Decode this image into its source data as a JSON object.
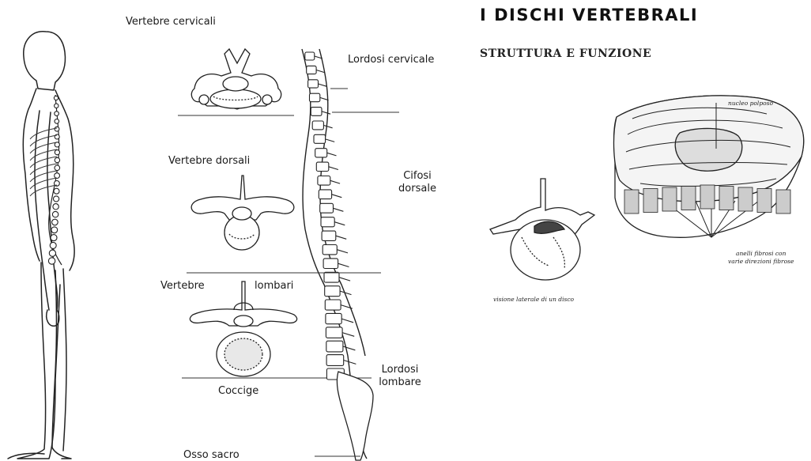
{
  "header": {
    "title": "I DISCHI VERTEBRALI",
    "subtitle": "STRUTTURA E FUNZIONE"
  },
  "labels": {
    "vertebre_cervicali": "Vertebre cervicali",
    "lordosi_cervicale": "Lordosi cervicale",
    "vertebre_dorsali": "Vertebre dorsali",
    "cifosi_line1": "Cifosi",
    "cifosi_line2": "dorsale",
    "vertebre": "Vertebre",
    "lombari": "lombari",
    "coccige": "Coccige",
    "lordosi_lombare_line1": "Lordosi",
    "lordosi_lombare_line2": "lombare",
    "osso_sacro": "Osso sacro"
  },
  "disc_labels": {
    "nucleo_polposo": "nucleo polposo",
    "anelli_line1": "anelli fibrosi con",
    "anelli_line2": "varie direzioni fibrose",
    "visione_laterale": "visione laterale di un disco"
  }
}
